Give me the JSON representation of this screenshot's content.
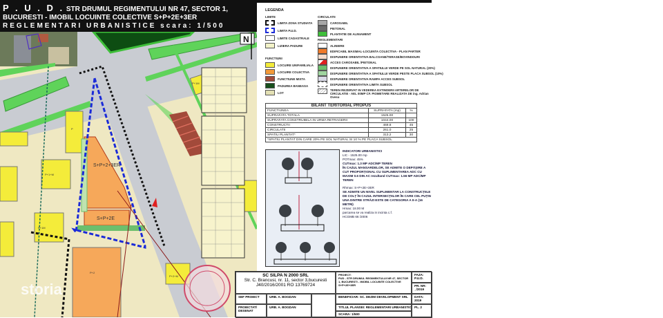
{
  "header": {
    "pud": "P . U . D .",
    "address": "STR DRUMUL REGIMENTULUI NR 47, SECTOR 1, BUCURESTI - IMOBIL LOCUINTE COLECTIVE S+P+2E+3ER",
    "subtitle": "REGLEMENTARI URBANISTICE scara: 1/500"
  },
  "map": {
    "north": "N",
    "labels": [
      "S+P+2+3ER",
      "S+P+2E",
      "P+1+M",
      "P+1M",
      "P+2",
      "P+1M",
      "P+2+M",
      "P"
    ],
    "colors": {
      "road": "#c9ccd2",
      "green": "#5fd35a",
      "forest": "#0d4d12",
      "collective": "#f6a85a",
      "individual": "#f4ec3a",
      "lot": "#efe8c2",
      "limit_pud": "#1b2bd8"
    }
  },
  "watermark": "storia",
  "legend": {
    "title": "LEGENDA",
    "limite": {
      "title": "LIMITE",
      "items": [
        {
          "label": "LIMITA ZONA STUDIATA",
          "color": "#ffffff"
        },
        {
          "label": "LIMITA P.U.D.",
          "color": "#ffffff"
        },
        {
          "label": "LIMITE CADASTRALE",
          "color": "#ffffff"
        },
        {
          "label": "LIZIERA PADURE",
          "color": "#f2f2c8"
        }
      ]
    },
    "functiuni": {
      "title": "FUNCTIUNI",
      "items": [
        {
          "label": "LOCUIRE UNIFAMILIALA",
          "color": "#f4ec3a"
        },
        {
          "label": "LOCUIRE COLECTIVA",
          "color": "#f39a3a"
        },
        {
          "label": "FUNCTIUNE MIXTA",
          "color": "#a24a3a"
        },
        {
          "label": "PADUREA BANEASA",
          "color": "#174f1c"
        },
        {
          "label": "LOT",
          "color": "#e3e0b4"
        }
      ]
    },
    "circulatii": {
      "title": "CIRCULATII",
      "items": [
        {
          "label": "CAROSABIL",
          "color": "#a7a7a7"
        },
        {
          "label": "PIETONAL",
          "color": "#6a6a6a"
        },
        {
          "label": "PLANTATIE DE ALINIAMENT",
          "color": "#3fbf3a"
        }
      ]
    },
    "reglementari": {
      "title": "REGLEMENTARI",
      "items": [
        {
          "label": "ALINIERE",
          "color": "#ffffff"
        },
        {
          "label": "EDIFICABIL MAXIMAL-LOCUINTA COLECTIVA - PLAN PARTER",
          "color": "#f07a2a"
        },
        {
          "label": "DISPUNERE ORIENTATIVA BALCOANE/TERASE/BOVINDOURI",
          "color": "#f7dccb"
        },
        {
          "label": "ACCES CAROSABIL /PIETONAL",
          "color": "#e02020"
        },
        {
          "label": "DISPUNERE ORIENTATIVA A SPATIULUI VERDE PE SOL NATURAL (20%)",
          "color": "#6dbf6d"
        },
        {
          "label": "DISPUNERE ORIENTATIVA A SPATIULUI VERDE PESTE PLACA SUBSOL (10%)",
          "color": "#9fd49f"
        },
        {
          "label": "DISPUNERE ORIENTATIVA RAMPA ACCES SUBSOL",
          "color": "#d9d9e6"
        },
        {
          "label": "DISPUNERE ORIENTATIVA LIMITA SUBSOL",
          "color": "#ffffff"
        },
        {
          "label": "TEREN REZERVAT IN VEDEREA EXTINDERII ARTERELOR DE CIRCULATIE - AEL 00MP CF. PIOMETARE REALIZATA DE ing. Adrian Ovesu",
          "color": "#e9e9f2"
        }
      ]
    }
  },
  "bilant": {
    "title": "BILANT TERITORIAL PROPUS",
    "headers": [
      "FUNCTIUNEA",
      "SUPRAFATA (mp)",
      "%"
    ],
    "rows": [
      [
        "SUPRAFATA TOTALA",
        "1525.00",
        ""
      ],
      [
        "SUPRAFATA CONSTRUIBILA IN URMA RETRAGERII",
        "1044.00",
        "100"
      ],
      [
        "CONSTRUCTII",
        "469.8",
        "45"
      ],
      [
        "CIRCULATII",
        "261.0",
        "25"
      ],
      [
        "SPATIU PLANTAT*",
        "313.2",
        "30"
      ]
    ],
    "note": "*SPATIU PLANTAT DIN CARE 20% PE SOL NATURAL SI 10 % PE PLACA SUBSOL"
  },
  "indicatori": {
    "lines": [
      "INDICATORI URBANISTICI",
      "LIC - 1525.00 mp",
      "POTmax: 45%",
      "CUTmax: 1.3 MP ADC/MP TEREN",
      "ÎN CAZUL MANSARDELOR, SE ADMITE O DEPĂȘIRE A CUT PROPORȚIONAL CU SUPLIMENTAREA ADC CU MAXIM 0.6 DIN AC rezultand CUTmax: 1.56 MP ADC/MP TEREN",
      "",
      "Rhmax: S+P+2E+3ER",
      "SE ADMITE UN NIVEL SUPLIMENTAR LA CONSTRUCȚIILE DE COLȚ ÎN CAZUL INTERSECȚIILOR ÎN CARE CEL PUȚIN UNA DINTRE STRĂZI ESTE DE CATEGORIA A II-A (16 METRI)",
      "Hmax: 18.00 M",
      "parcarea se va realiza in incinta c.f.",
      "HCGMB 66 /2006"
    ]
  },
  "title_block": {
    "company": "SC SILPA N 2000 SRL",
    "company_address": "Str. C. Brancusi, nr. 11, sector 3,bucuresti",
    "company_reg": "J40/2016/2001 RO 13769724",
    "project_label": "PROIECT:",
    "project": "PUD - STR DRUMUL REGIMENTULUI NR 47, SECTOR 1, BUCURESTI - IMOBIL LOCUINTE COLECTIVE S+P+2E+3ER",
    "faza_label": "FAZA:",
    "faza": "P.U.D.",
    "pr_nr_label": "PR. NR:",
    "pr_nr": "_/2019",
    "sef_label": "SEF PROIECT",
    "sef": "URB. A. BOGDAN",
    "beneficiar_label": "BENEFICIAR:",
    "beneficiar": "SC. DEZIM DEVELOPMENT SRL",
    "data_label": "DATA:",
    "data": "2019",
    "proiectat_label": "PROIECTAT/ DESENAT",
    "proiectat": "URB. A. BOGDAN",
    "titlu": "TITLUL PLANSEI: REGLEMENTARI URBANISTICE",
    "scara": "SCARA: 1/500",
    "plansa": "PL. 2"
  }
}
